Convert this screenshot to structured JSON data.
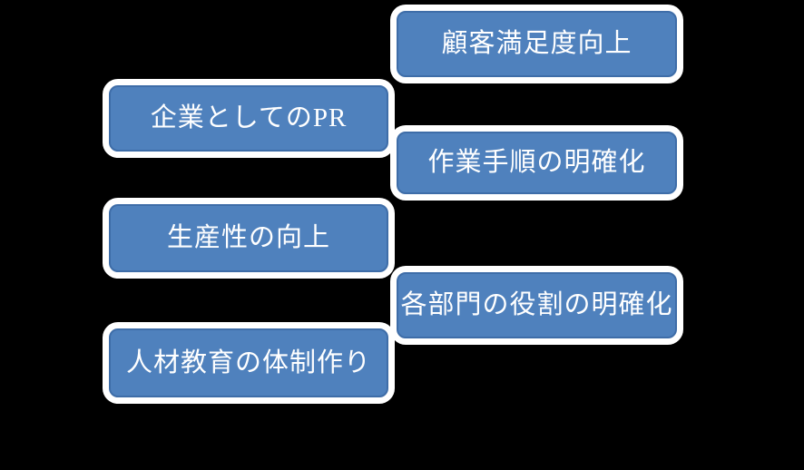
{
  "diagram": {
    "background_color": "#000000",
    "shape_style": {
      "fill_color": "#4f81bd",
      "inner_border_color": "#3e6da8",
      "outer_border_color": "#ffffff",
      "text_color": "#ffffff"
    },
    "boxes": [
      {
        "id": "customer-satisfaction",
        "label": "顧客満足度向上",
        "column": "right"
      },
      {
        "id": "corporate-pr",
        "label": "企業としてのPR",
        "column": "left"
      },
      {
        "id": "work-procedure-clarification",
        "label": "作業手順の明確化",
        "column": "right"
      },
      {
        "id": "productivity-improvement",
        "label": "生産性の向上",
        "column": "left"
      },
      {
        "id": "department-role-clarification",
        "label": "各部門の役割の明確化",
        "column": "right"
      },
      {
        "id": "hr-education-system",
        "label": "人材教育の体制作り",
        "column": "left"
      }
    ]
  }
}
